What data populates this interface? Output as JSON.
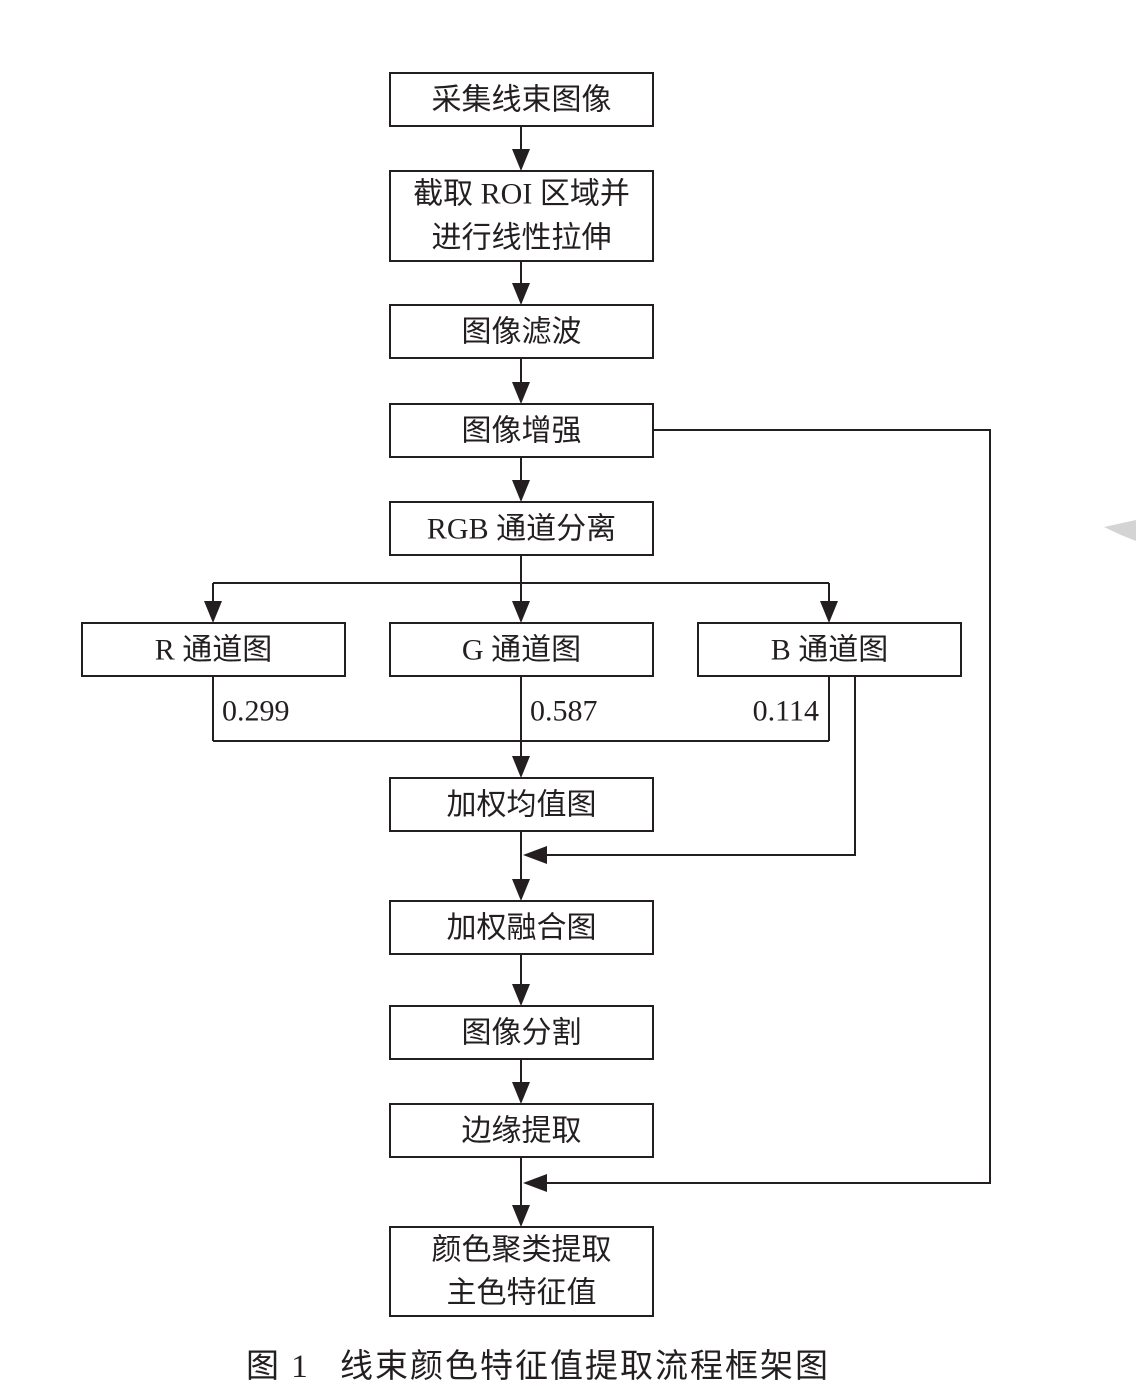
{
  "flowchart": {
    "steps": {
      "acquire": "采集线束图像",
      "roi_line1": "截取 ROI 区域并",
      "roi_line2": "进行线性拉伸",
      "filter": "图像滤波",
      "enhance": "图像增强",
      "rgb_split": "RGB 通道分离",
      "r_channel": "R 通道图",
      "g_channel": "G 通道图",
      "b_channel": "B 通道图",
      "weighted_mean": "加权均值图",
      "weighted_fusion": "加权融合图",
      "segmentation": "图像分割",
      "edge_extraction": "边缘提取",
      "cluster_line1": "颜色聚类提取",
      "cluster_line2": "主色特征值"
    },
    "weights": {
      "r": "0.299",
      "g": "0.587",
      "b": "0.114"
    }
  },
  "caption": {
    "label": "图 1",
    "title": "线束颜色特征值提取流程框架图"
  }
}
